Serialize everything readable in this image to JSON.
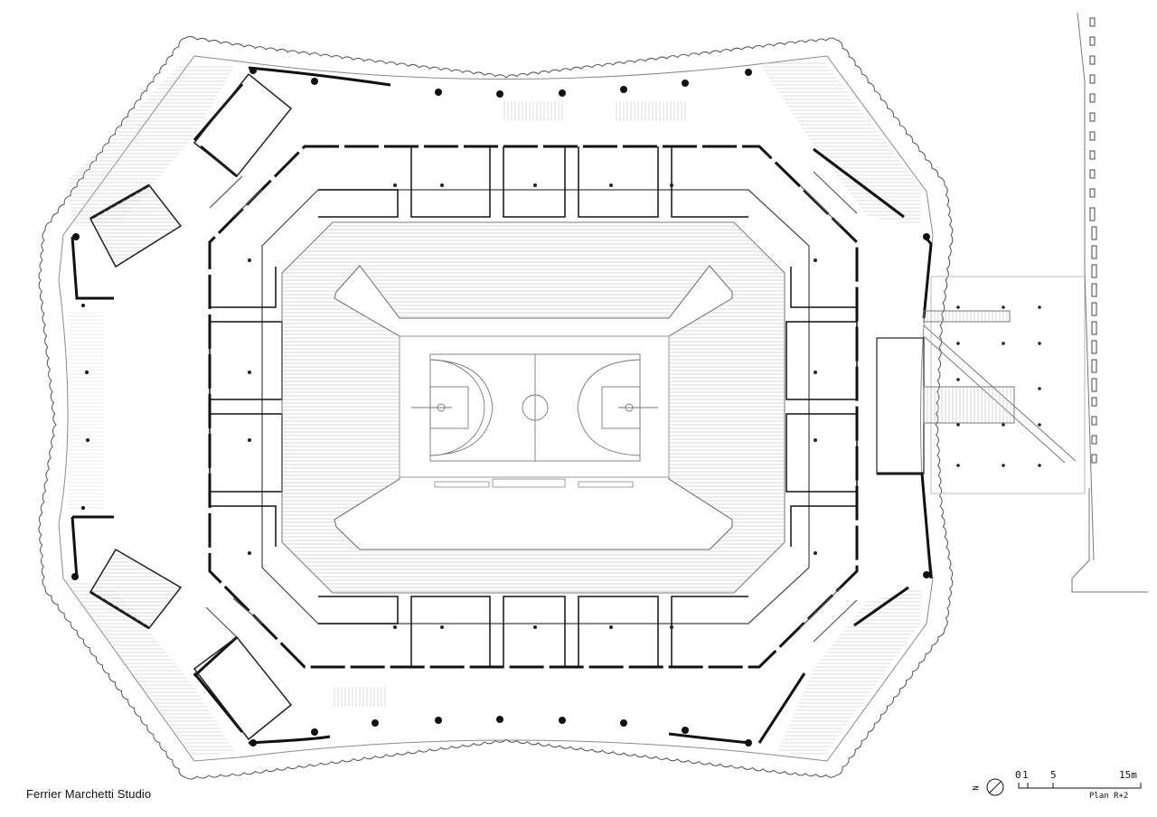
{
  "credit": "Ferrier Marchetti Studio",
  "plan_label": "Plan R+2",
  "scale_bar": {
    "ticks": [
      "0",
      "1",
      "5",
      "15m"
    ]
  },
  "north_arrow": {
    "label": "N",
    "icon": "north-arrow-icon"
  },
  "colors": {
    "line": "#1a1a1a",
    "fine_line": "#9a9a9a",
    "background": "#ffffff"
  }
}
